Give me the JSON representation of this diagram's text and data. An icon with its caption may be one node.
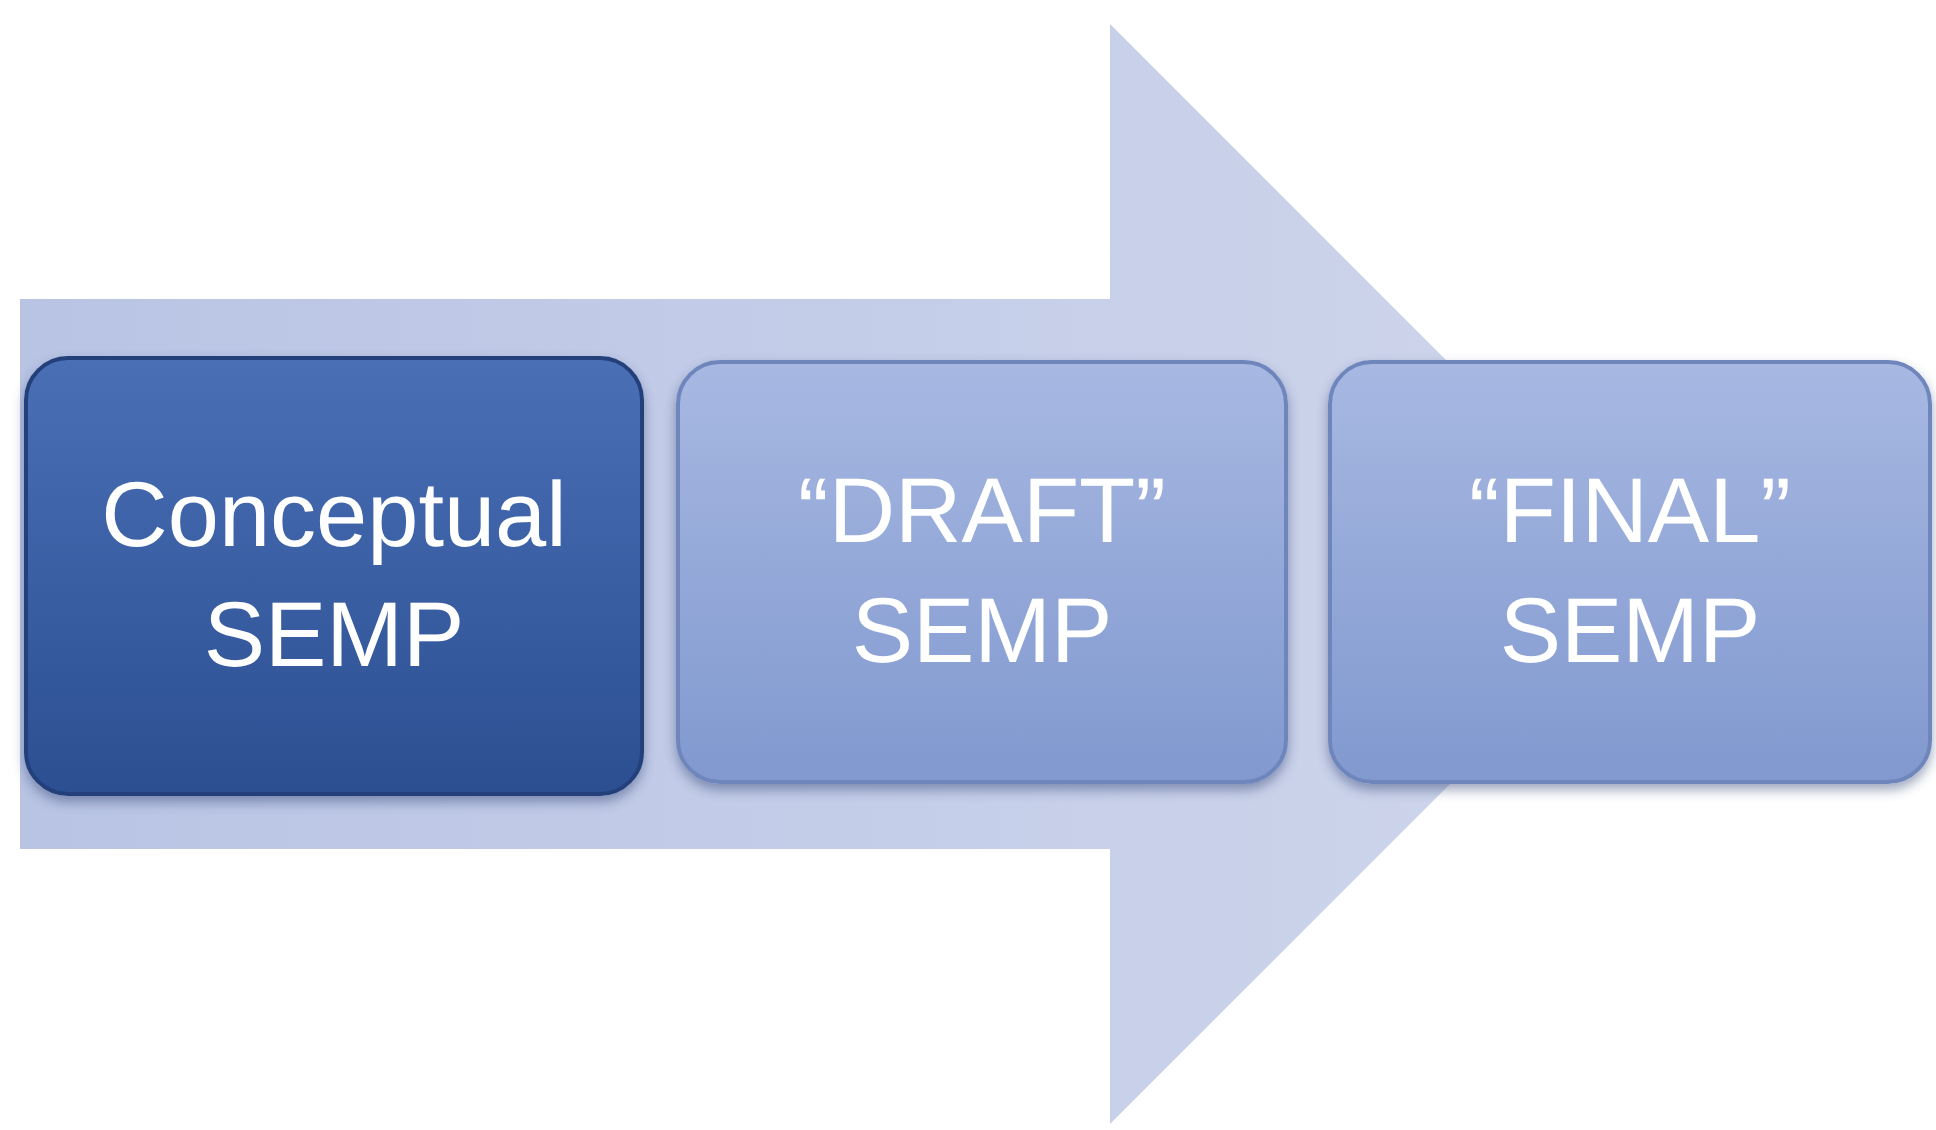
{
  "diagram": {
    "nodes": [
      {
        "text": [
          "Conceptual SEMP"
        ]
      },
      {
        "text": [
          "“DRAFT” SEMP"
        ]
      },
      {
        "text": [
          "“FINAL” SEMP"
        ]
      }
    ],
    "edges": [
      {
        "from": 0,
        "to": 2,
        "arrow": "to"
      }
    ]
  }
}
